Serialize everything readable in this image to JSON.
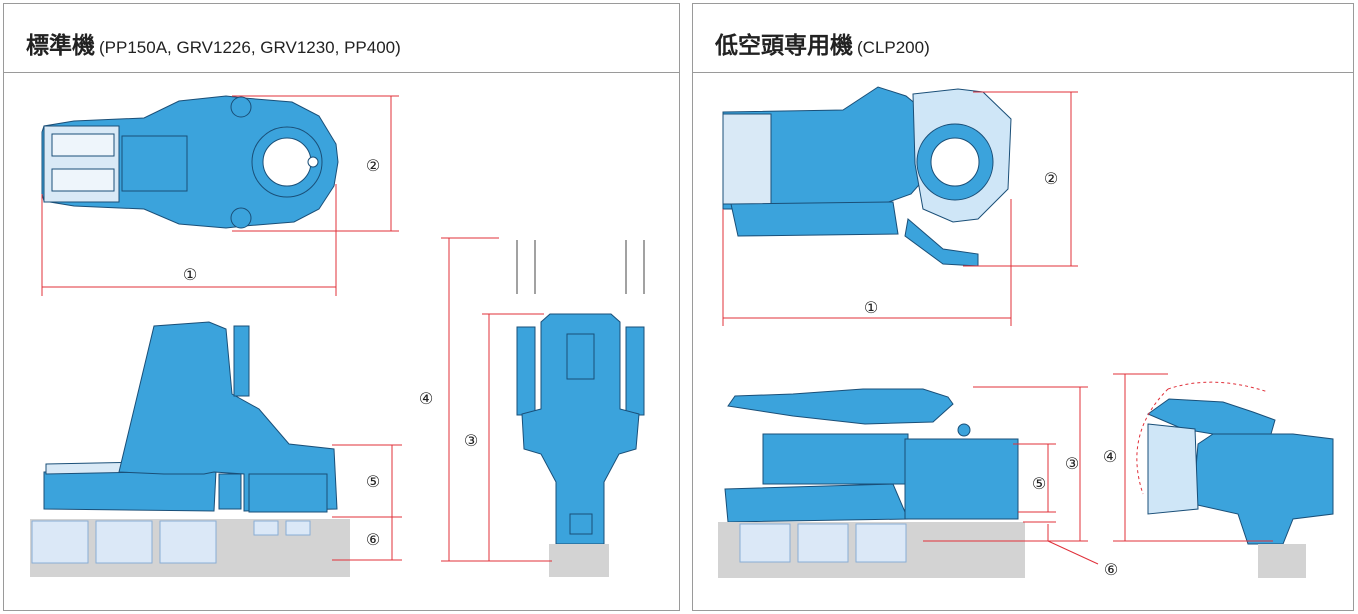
{
  "left_panel": {
    "title": "標準機",
    "models": "(PP150A, GRV1226, GRV1230, PP400)"
  },
  "right_panel": {
    "title": "低空頭専用機",
    "models": "(CLP200)"
  },
  "dimension_labels": {
    "d1": "①",
    "d2": "②",
    "d3": "③",
    "d4": "④",
    "d5": "⑤",
    "d6": "⑥"
  },
  "colors": {
    "machine_blue": "#3ba3dc",
    "machine_outline": "#1a4f78",
    "light_blue": "#cfe6f7",
    "dimension_red": "#e0303a",
    "pile_gray": "#d3d3d3",
    "border_gray": "#9a9a9a"
  }
}
